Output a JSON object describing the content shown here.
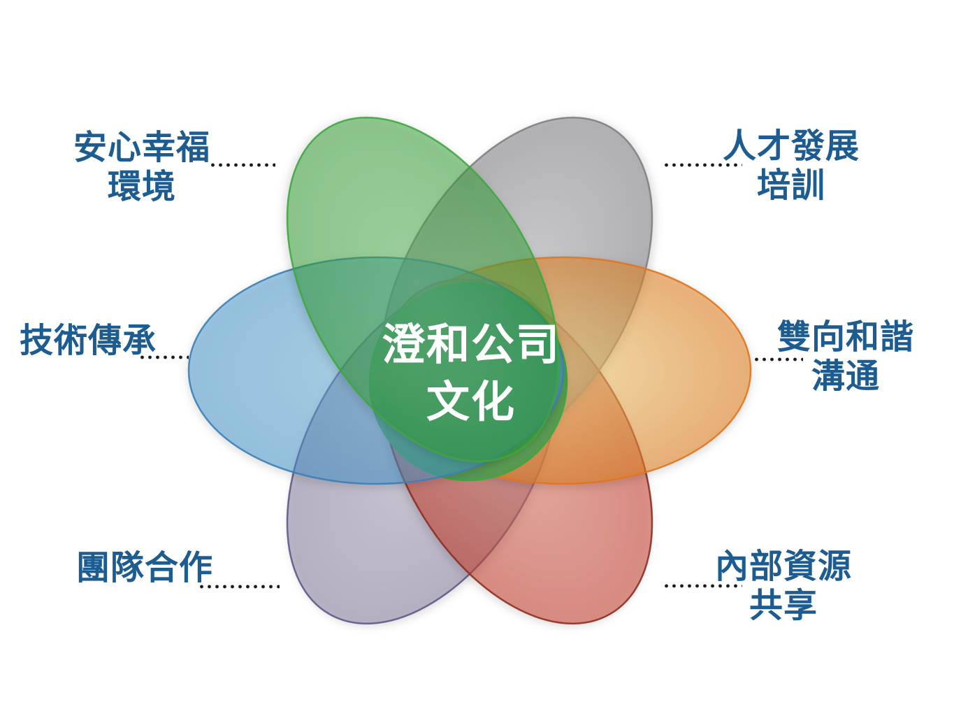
{
  "slide": {
    "background_color": "#ffffff",
    "label_text_color": "#1D5C90",
    "leader_dot_color": "#1b1b1b",
    "center_circle": {
      "line1": "澄和公司",
      "line2": "文化",
      "text_color": "#ffffff",
      "fill_light": "#58A75E",
      "fill_base": "#4A9A51",
      "stroke_color": "#3FA83D"
    },
    "labels": {
      "top_left": {
        "line1": "安心幸福",
        "line2": "環境"
      },
      "top_right": {
        "line1": "人才發展",
        "line2": "培訓"
      },
      "left": {
        "line1": "技術傳承"
      },
      "right": {
        "line1": "雙向和諧",
        "line2": "溝通"
      },
      "bottom_left": {
        "line1": "團隊合作"
      },
      "bottom_right": {
        "line1": "內部資源",
        "line2": "共享"
      }
    },
    "petals": {
      "top_left_green": {
        "fill_light": "#55B154",
        "fill_base": "#2E9C30",
        "stroke_color": "#3FA53F"
      },
      "top_right_gray": {
        "fill_light": "#B3B3B6",
        "fill_base": "#808085",
        "stroke_color": "#7E7E82"
      },
      "left_blue": {
        "fill_light": "#64ADD5",
        "fill_base": "#4092C8",
        "stroke_color": "#3C7FB5"
      },
      "right_orange": {
        "fill_light": "#F2CC70",
        "fill_base": "#E07E20",
        "stroke_color": "#E0761F"
      },
      "bottom_left_purple": {
        "fill_light": "#ADA6BC",
        "fill_base": "#89809F",
        "stroke_color": "#5F5586"
      },
      "bottom_right_red": {
        "fill_light": "#DB7764",
        "fill_base": "#C3402E",
        "stroke_color": "#8C2B24"
      }
    }
  }
}
